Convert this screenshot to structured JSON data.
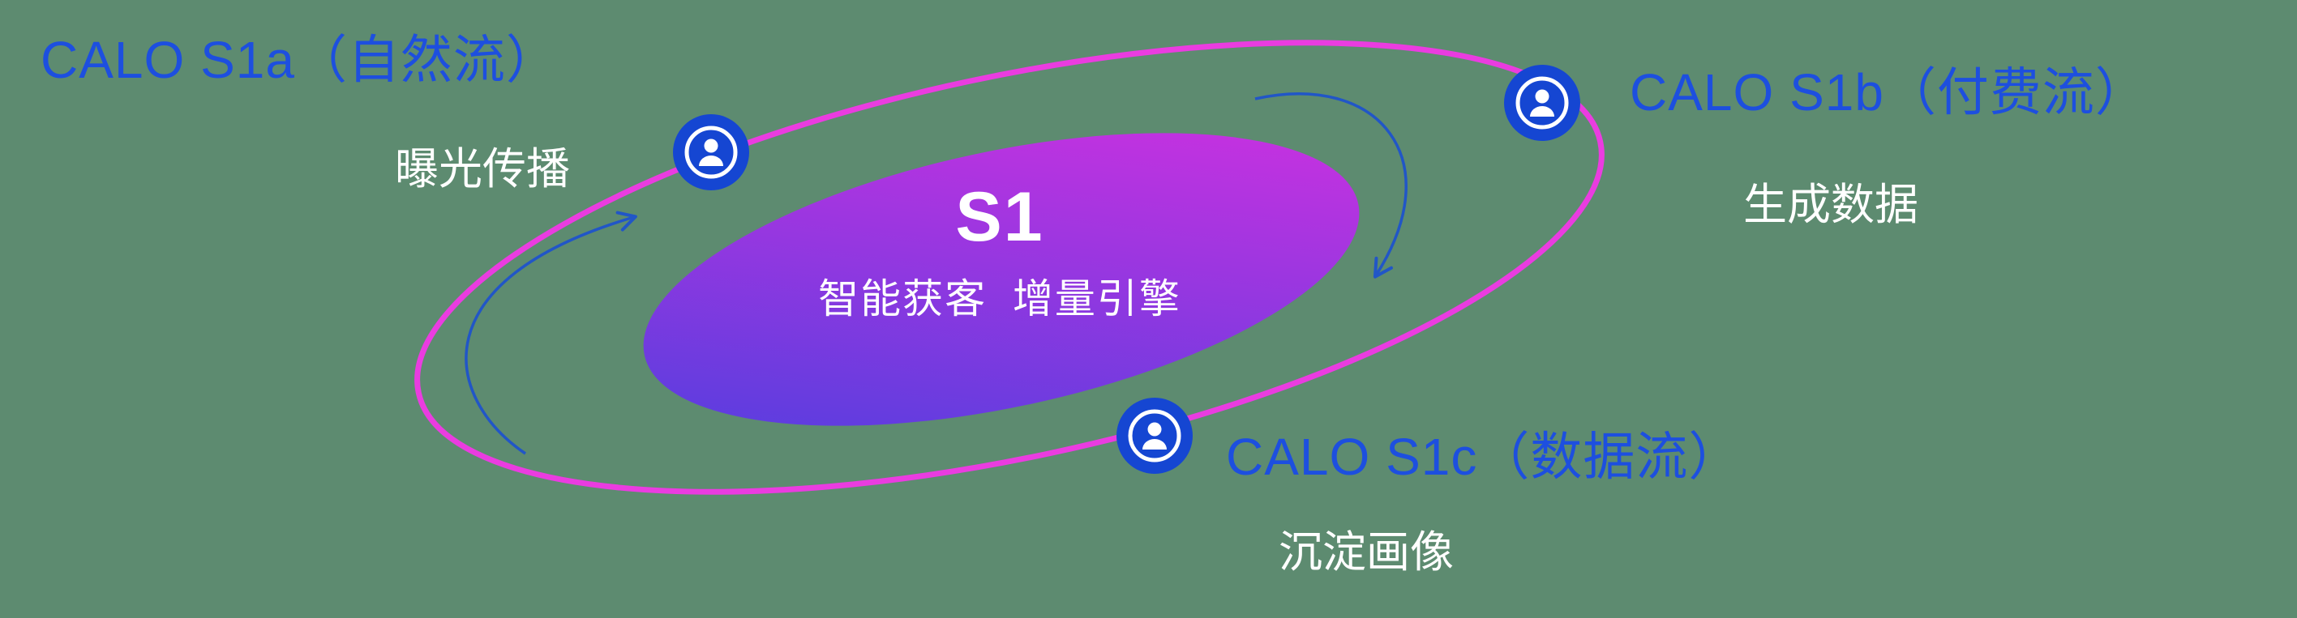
{
  "diagram": {
    "center": {
      "title": "S1",
      "subtitle": "智能获客  增量引擎"
    },
    "nodes": [
      {
        "id": "s1a",
        "title": "CALO S1a（自然流）",
        "subtitle": "曝光传播",
        "icon": "user-badge-icon"
      },
      {
        "id": "s1b",
        "title": "CALO S1b（付费流）",
        "subtitle": "生成数据",
        "icon": "user-badge-icon"
      },
      {
        "id": "s1c",
        "title": "CALO S1c（数据流）",
        "subtitle": "沉淀画像",
        "icon": "user-badge-icon"
      }
    ]
  },
  "colors": {
    "background": "#5d8b70",
    "orbit_stroke": "#ea3ce0",
    "ellipse_gradient_start": "#4c3fdf",
    "ellipse_gradient_end": "#d630e0",
    "node_fill": "#1546d2",
    "title_blue": "#1d4fdf",
    "subtitle_white": "#ffffff",
    "arrow_blue": "#2156c7"
  }
}
